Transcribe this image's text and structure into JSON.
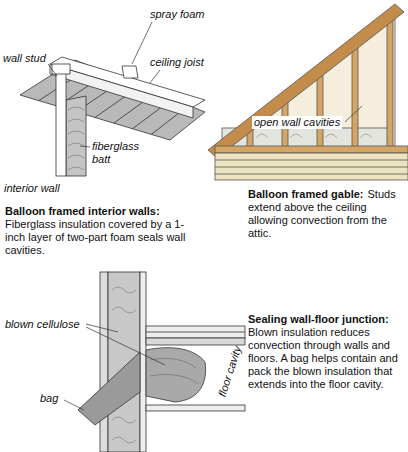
{
  "diagram": {
    "labels": [
      "spray foam",
      "wall stud",
      "ceiling joist",
      "fiberglass batt",
      "interior wall",
      "Balloon framed interior walls:",
      "Fiberglass insulation covered by a 1-inch layer of two-part foam seals wall cavities.",
      "open wall cavities",
      "Balloon framed gable:",
      "Studs extend above the ceiling allowing convection from the attic.",
      "blown cellulose",
      "bag",
      "floor cavity",
      "Sealing wall-floor junction:",
      "Blown insulation reduces convection through walls and floors. A bag helps contain and pack the blown insulation that extends into the floor cavity."
    ]
  }
}
